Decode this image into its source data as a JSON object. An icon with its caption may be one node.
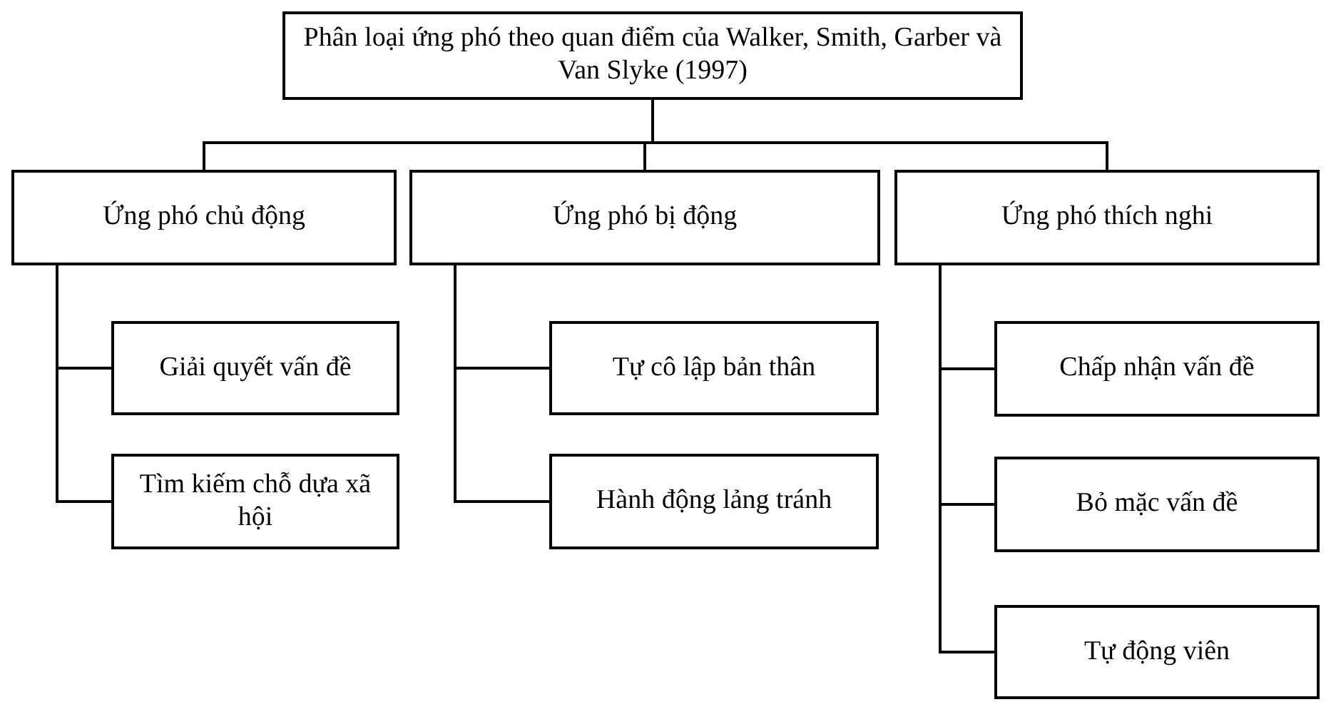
{
  "diagram": {
    "nodes": [
      {
        "text": [
          "Phân loại ứng phó theo quan điểm của Walker, Smith, Garber và Van Slyke (1997)"
        ]
      },
      {
        "text": [
          "Ứng phó chủ động"
        ]
      },
      {
        "text": [
          "Ứng phó bị động"
        ]
      },
      {
        "text": [
          "Ứng phó thích nghi"
        ]
      },
      {
        "text": [
          "Giải quyết vấn đề"
        ]
      },
      {
        "text": [
          "Tìm kiếm chỗ dựa xã hội"
        ]
      },
      {
        "text": [
          "Tự cô lập bản thân"
        ]
      },
      {
        "text": [
          "Hành động lảng tránh"
        ]
      },
      {
        "text": [
          "Chấp nhận vấn đề"
        ]
      },
      {
        "text": [
          "Bỏ mặc vấn đề"
        ]
      },
      {
        "text": [
          "Tự động viên"
        ]
      }
    ],
    "edges": [
      {
        "from": 0,
        "to": 1,
        "arrow": "none"
      },
      {
        "from": 0,
        "to": 2,
        "arrow": "none"
      },
      {
        "from": 0,
        "to": 3,
        "arrow": "none"
      },
      {
        "from": 1,
        "to": 4,
        "arrow": "none"
      },
      {
        "from": 1,
        "to": 5,
        "arrow": "none"
      },
      {
        "from": 2,
        "to": 6,
        "arrow": "none"
      },
      {
        "from": 2,
        "to": 7,
        "arrow": "none"
      },
      {
        "from": 3,
        "to": 8,
        "arrow": "none"
      },
      {
        "from": 3,
        "to": 9,
        "arrow": "none"
      },
      {
        "from": 3,
        "to": 10,
        "arrow": "none"
      }
    ]
  }
}
